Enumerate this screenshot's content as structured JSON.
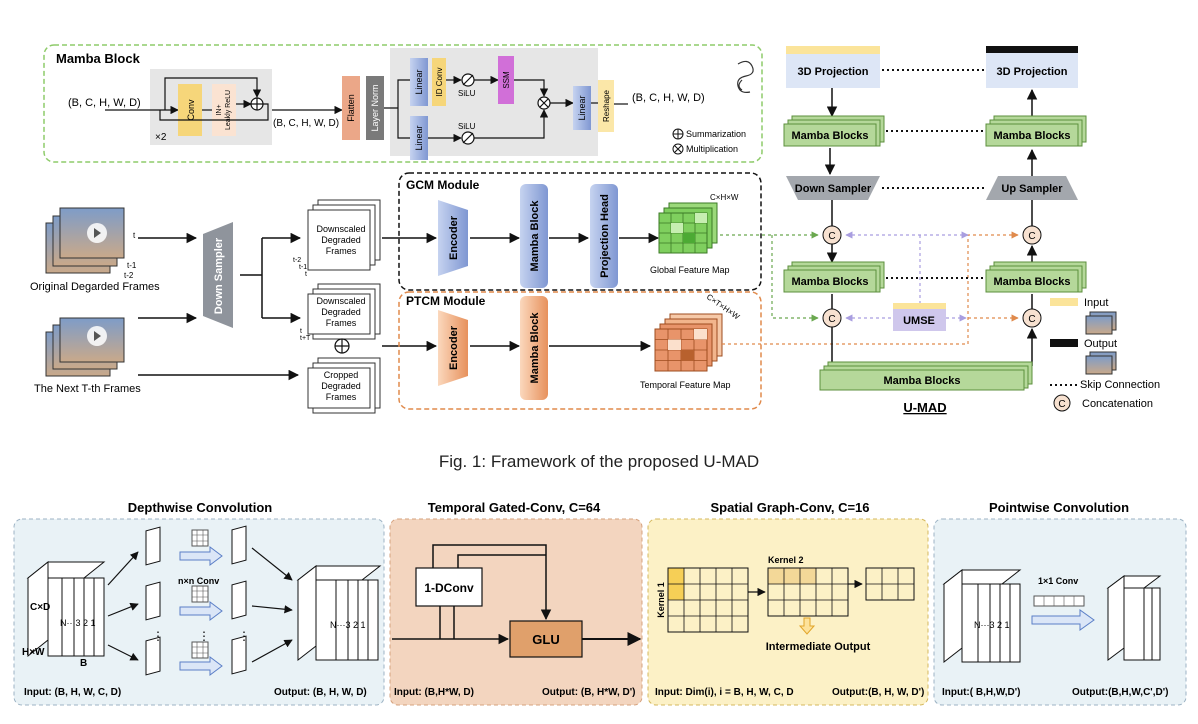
{
  "mamba_block": {
    "title": "Mamba Block",
    "input_shape": "(B, C, H, W, D)",
    "mid_shape": "(B, C, H, W, D)",
    "output_shape": "(B, C, H, W, D)",
    "repeat": "×2",
    "conv": "Conv",
    "in_relu_1": "IN+",
    "in_relu_2": "Leakly ReLU",
    "flatten": "Flatten",
    "layer_norm": "Layer Norm",
    "linear": "Linear",
    "id_conv": "ID Conv",
    "silu": "SiLU",
    "ssm": "SSM",
    "reshape": "Reshape",
    "legend_sum": "Summarization",
    "legend_mul": "Multiplication"
  },
  "pipeline": {
    "original_frames": "Original Degarded Frames",
    "next_frames": "The Next T-th Frames",
    "down_sampler": "Down Sampler",
    "t_labels": [
      "t",
      "t-1",
      "t-2"
    ],
    "t_labels2": [
      "t-2",
      "t-1",
      "t"
    ],
    "t_labels3": [
      "t",
      "t+T"
    ],
    "downscaled_1": [
      "Downscaled",
      "Degraded",
      "Frames"
    ],
    "downscaled_2": [
      "Downscaled",
      "Degraded",
      "Frames"
    ],
    "cropped": [
      "Cropped",
      "Degraded",
      "Frames"
    ],
    "gcm_title": "GCM Module",
    "ptcm_title": "PTCM Module",
    "encoder": "Encoder",
    "mamba_block": "Mamba Block",
    "projection_head": "Projection Head",
    "global_map": "Global Feature Map",
    "temporal_map": "Temporal Feature Map",
    "gcm_dim": "C×H×W",
    "ptcm_dim": "C×T×H×W"
  },
  "umad": {
    "projection_in": "3D Projection",
    "projection_out": "3D Projection",
    "mamba_blocks": "Mamba Blocks",
    "down_sampler": "Down Sampler",
    "up_sampler": "Up Sampler",
    "umse": "UMSE",
    "concat_symbol": "C",
    "title": "U-MAD"
  },
  "legend": {
    "input": "Input",
    "output": "Output",
    "skip": "Skip Connection",
    "concat": "Concatenation"
  },
  "caption": "Fig. 1: Framework of the proposed U-MAD",
  "panels": {
    "depthwise": {
      "title": "Depthwise Convolution",
      "cxd": "C×D",
      "hxw": "H×W",
      "b": "B",
      "channels": "N···3 2 1",
      "nxn": "n×n Conv",
      "dots": "⋮",
      "input": "Input: (B, H, W, C, D)",
      "output": "Output: (B, H, W, D)",
      "out_channels": "N···3 2 1"
    },
    "temporal": {
      "title": "Temporal Gated-Conv, C=64",
      "dconv": "1-DConv",
      "glu": "GLU",
      "input": "Input: (B,H*W, D)",
      "output": "Output: (B, H*W, D')"
    },
    "spatial": {
      "title": "Spatial Graph-Conv, C=16",
      "kernel1": "Kernel 1",
      "kernel2": "Kernel 2",
      "intermediate": "Intermediate Output",
      "input": "Input: Dim(i), i = B, H, W, C, D",
      "output": "Output:(B, H, W, D')"
    },
    "pointwise": {
      "title": "Pointwise Convolution",
      "channels": "N···3 2 1",
      "conv": "1×1 Conv",
      "input": "Input:( B,H,W,D')",
      "output": "Output:(B,H,W,C',D')"
    }
  },
  "colors": {
    "green_block": "#b5d89a",
    "gray_block": "#a3a7ad",
    "blue_block": "#9fb3dd",
    "orange_block": "#f2b58c",
    "yellow_input": "#fbe49a",
    "purple_umse": "#cfc7ec",
    "proj_fill": "#dde6f6",
    "gcm_green": "#7fcf5e",
    "ptcm_orange": "#e8946a",
    "glu_fill": "#e0a06b",
    "panel_blue": "#e9f2f6",
    "panel_peach": "#f3d5bf",
    "panel_yellow": "#fcf1c6"
  }
}
